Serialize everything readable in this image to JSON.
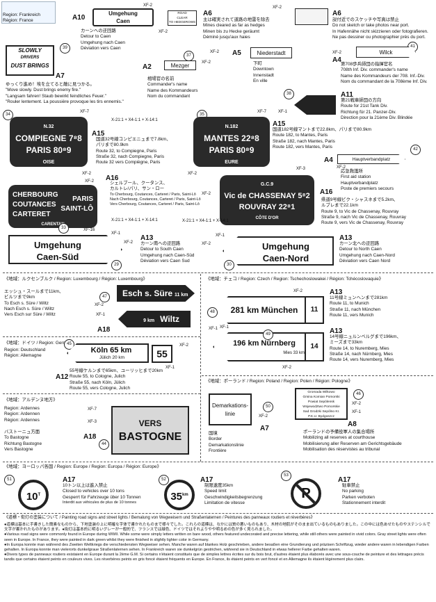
{
  "france": {
    "region": [
      "Region: Frankreich",
      "Région: France"
    ],
    "a10": {
      "code": "A10",
      "sign_l1": "Umgehung",
      "sign_l2": "Caen",
      "lines": [
        "カーンへの迂回路",
        "Detour to Caen",
        "Umgehung nach Caen",
        "Déviation vers Caen"
      ],
      "xf": "XF-2"
    },
    "a6a": {
      "code": "A6",
      "sign_l1": "ROAD",
      "sign_l2": "CLEAR",
      "sign_l3": "TO HEDGEROWS",
      "lines": [
        "主は確実されて道路の地雷を除去",
        "Mines cleared as far as hedges",
        "Minen bis zu Hecke geräumt",
        "Déminé jusqu'aux haies"
      ],
      "xf": "XF-2"
    },
    "a6b": {
      "code": "A6",
      "lines": [
        "説付近でのスケッチや写真は禁止",
        "Do not sketch or take photos near port.",
        "In Hafennähe nicht skizzieren oder fotografieren.",
        "Ne pas dessiner ou photographier près du port."
      ],
      "xf": "XF-2"
    },
    "a7": {
      "code": "A7",
      "sign_l1": "SLOWLY",
      "sign_l2": "DRIVERS",
      "sign_l3": "DUST BRINGS",
      "lines": [
        "ゆっくり進め！埃を立てると敵に見つかる。",
        "\"Move slowly. Dust brings enemy fire.\"",
        "\"Langsam fahren! Staub bewirkt feindliches Feuer.\"",
        "\"Rouler lentement. La poussière provoque les tirs ennemis.\""
      ]
    },
    "a2": {
      "code": "A2",
      "sign": "Mezger",
      "lines": [
        "相場官の名前",
        "Commander's name",
        "Name des Kommandeurs",
        "Nom du commandant"
      ],
      "xf": "XF-2"
    },
    "a5": {
      "code": "A5",
      "sign": "Niederstadt",
      "lines": [
        "下町",
        "Downtown",
        "Innenstadt",
        "En ville"
      ],
      "xf": "XF-2"
    },
    "a4a": {
      "code": "A4",
      "sign": "Wilck",
      "lines": [
        "第708歩兵師団の指揮官名",
        "708th Inf. Div. commander's name",
        "Name des Kommandeurs der 708. Inf.-Div.",
        "Nom du commandant de la 708ème Inf. Div."
      ],
      "xf": "XF-2"
    },
    "a11": {
      "code": "A11",
      "lines": [
        "第21戦車師団の方向",
        "Route for 21st Tank Div.",
        "Richtung für 21. Panzer-Div.",
        "Direction pour la 21ème Div. Blindée"
      ],
      "xf": "XF-1"
    },
    "a15a": {
      "code": "A15",
      "sign_top": "N.32",
      "sign_l1": "COMPIEGNE 7⁸8",
      "sign_l2": "PARIS 80⁸9",
      "sign_bot": "OISE",
      "lines": [
        "国道32号線コンピエニュまで7.8km、",
        "パリまで80.9km",
        "Route 32, to Compiegne, Paris",
        "Straße 32, nach Compiegne, Paris",
        "Route 32 vers Compiègne, Paris"
      ],
      "xf": "XF-7",
      "xf2": "XF-2",
      "ratio": "X-21:1 + X4-1:1 + X-14:1"
    },
    "a15b": {
      "code": "A15",
      "sign_top": "N.182",
      "sign_l1": "MANTES 22⁸8",
      "sign_l2": "PARIS 80⁸9",
      "sign_bot": "EURE",
      "lines": [
        "国道182号線マントまで22.8km、パリまで80.9km",
        "Route 182, to Mantes, Paris",
        "Straße 182, nach Mantes, Paris",
        "Route 182, vers Mantes, Paris"
      ],
      "xf": "XF-7",
      "xf2": "XF-2"
    },
    "a4b": {
      "code": "A4",
      "sign": "Hauptverbandplatz",
      "lines": [
        "応急救護所",
        "First aid station",
        "Hauptverbandplatz",
        "Poste de premiers secours"
      ],
      "xf": "XF-2"
    },
    "a16a": {
      "code": "A16",
      "sign_l1": "CHERBOURG",
      "sign_l2": "COUTANCES",
      "sign_l3": "CARTERET",
      "sign_r1": "PARIS",
      "sign_r2": "SAINT-LÔ",
      "sign_bot": "CARENTAN",
      "lines": [
        "シェルブール、クータンス、",
        "カルトレ/パリ、サン・ロー",
        "To Cherbourg, Coutances, Carteret / Paris, Saint-Lô",
        "Nach Cherbourg, Coutances, Carteret / Paris, Saint-Lô",
        "Vers Cherbourg, Coutances, Carteret / Paris, Saint-Lô"
      ],
      "xf": "XF-2",
      "xf2": "XF-16",
      "ratio": "X-21:1 + X4-1:1 + X-14:1"
    },
    "a16b": {
      "code": "A16",
      "sign_top": "G.C.9",
      "sign_l1": "Vic de CHASSENAY 5⁸2",
      "sign_l2": "ROUVRAY 22⁸1",
      "sign_bot": "CÔTE D'OR",
      "lines": [
        "県道9号線ビク・シャスネまで5.2km、",
        "ルブレまで22.1km",
        "Route 9, to Vic de Chassenay, Rouvray",
        "Straße 9, nach Vic de Chassenay, Rouvray",
        "Route 9, vers Vic de Chassenay, Rouvray"
      ],
      "xf": "XF-3",
      "xf2": "XF-2",
      "ratio": "X-21:1 + X4-1:1 + X-14:1"
    },
    "a13a": {
      "code": "A13",
      "sign_l1": "Umgehung",
      "sign_l2": "Caen-Süd",
      "lines": [
        "カーン南への迂回路",
        "Detour to South Caen",
        "Umgehung nach Caen-Süd",
        "Déviation vers Caen Sud"
      ],
      "xf": "XF-1",
      "xf2": "XF-2"
    },
    "a13b": {
      "code": "A13",
      "sign_l1": "Umgehung",
      "sign_l2": "Caen-Nord",
      "lines": [
        "カーン北への迂回路",
        "Detour to North Caen",
        "Umgehung nach Caen-Nord",
        "Déviation vers Caen Nord"
      ],
      "xf": "XF-1",
      "xf2": "XF-2"
    }
  },
  "luxembourg": {
    "header": "《地域：ルクセンブルク / Region: Luxembourg / Région: Luxembourg》",
    "lines": [
      "エッシュ・スールまで11km、",
      "ビルツまで9km",
      "To Esch s. Süre / Wiltz",
      "Nach Esch s. Süre / Wiltz",
      "Vers Esch sur Süre / Wiltz"
    ],
    "code": "A18",
    "sign_l1": "Esch s. Süre",
    "sign_l1k": "11 km",
    "sign_l2": "Wiltz",
    "sign_l2k": "9 km",
    "xf": "XF-2",
    "xf2": "XF-1"
  },
  "czech": {
    "header": "《地域：チェコ / Region: Czech / Region: Tschechoslowakei / Région: Tchécoslovaquie》",
    "a13a": {
      "code": "A13",
      "sign": "281 km München",
      "num": "11",
      "lines": [
        "11号線ミュンヘンまで281km",
        "Route 11, to Munich",
        "Straße 11, nach München",
        "Route 11, vers Munich"
      ],
      "xf": "XF-2",
      "xf2": "XF-1"
    },
    "a13b": {
      "code": "A13",
      "sign": "196 km Nürnberg",
      "sub": "Mies 33 km",
      "num": "14",
      "lines": [
        "14号線ニュルンベルグまで196km、",
        "ミーズまで33km",
        "Route 14, to Nuremberg, Mies",
        "Straße 14, nach Nürnberg, Mies",
        "Route 14, vers Nuremberg, Mies"
      ],
      "xf": "XF-1",
      "xf2": "XF-2"
    }
  },
  "germany": {
    "header": "《地域：ドイツ / Region: Germany",
    "region": [
      "Region: Deutschland",
      "Région: Allemagne"
    ],
    "code": "A12",
    "sign": "Köln  65 km",
    "sub": "Jülich  20 km",
    "num": "55",
    "lines": [
      "55号線ケルンまで65km、ユーリッヒまで20km",
      "Route 55, to Cologne, Julich",
      "Straße 55, nach Köln, Jülich",
      "Route 55, vers Cologne, Julich"
    ],
    "xf": "XF-2",
    "xf2": "XF-1"
  },
  "poland": {
    "header": "《地域：ポーランド / Region: Poland / Region: Polen / Région: Pologne》",
    "a7": {
      "code": "A7",
      "sign_l1": "Demarkations-",
      "sign_l2": "linie",
      "lines": [
        "国境",
        "Border",
        "Demarkationslinie",
        "Frontière"
      ],
      "xf": "XF-2"
    },
    "a8": {
      "code": "A8",
      "sign_lines": [
        "Gromada Wilkowo",
        "Gmina Komian Pomorski",
        "Powiat Sepólensk",
        "Wojewodztwo Pomorskie",
        "Sad Grodzki Sepólno Kr.",
        "P.K.U. Bydgoszcz"
      ],
      "lines": [
        "ポーランドの予備役軍人の集合場所",
        "Mobilizing all reserves at courthouse",
        "Mobilisierung aller Reserven am Gerichtsgebäude",
        "Mobilisation des réservistes au tribunal"
      ],
      "xf": "XF-2",
      "xf2": "XF-1"
    }
  },
  "ardennes": {
    "header": "《地域：アルデンヌ地方》",
    "region": [
      "Region: Ardennes",
      "Region: Ardennen",
      "Région: Ardennes"
    ],
    "code": "A18",
    "sign_l1": "VERS",
    "sign_l2": "BASTOGNE",
    "lines": [
      "バストーニュ方面",
      "To Bastogne",
      "Richtung Bastogne",
      "Vers Bastogne"
    ],
    "xf": "XF-7",
    "xf2": "XF-3"
  },
  "europe": {
    "header": "《地域：ヨーロッパ各国 / Region: Europe / Region: Europa / Région: Europe》",
    "a17a": {
      "code": "A17",
      "sign": "10",
      "unit": "T",
      "lines": [
        "10トン以上は進入禁止",
        "Closed to vehicles over 10 tons",
        "Gesperrt für Fahrzeuge über 10 Tonnen",
        "Interdit aux véhicules de plus de 10 tonnes"
      ]
    },
    "a17b": {
      "code": "A17",
      "sign": "35",
      "unit": "km",
      "lines": [
        "制限速度35km",
        "Speed limit",
        "Geschwindigkeitsbegrenzung",
        "Limitation de vitesse"
      ]
    },
    "a17c": {
      "code": "A17",
      "sign": "P",
      "lines": [
        "駐車禁止",
        "No parking",
        "Parken verboten",
        "Stationnement interdit"
      ]
    }
  },
  "notes": {
    "header": "《道標・街灯の塗装について / Painting road signs and street lights / Bemalung von Wegweisern und Straßenlaternen / Peintures des panneaux routiers et réverbères》",
    "jp": "●道標は基本に手書きした簡素なものから、下地塗装の上に明確な字体で書かれたものまで様々でした。これらの道標は、なかには質の悪いものもあり、木材の地肌がそのまま出ているものもありました。この中には色あせたものやステンシルで文字が書かれたものがあります。●街灯は基本的に明るいグレーが一般的で、フランスでは緑色、ドイツではそれよりやや明るめの色が多く見られました。",
    "en": "●Various road signs were commonly found in Europe during WWII. While some were simply letters written on bare wood, others featured undecorated and precise lettering, while still others were painted in vivid colors. Gray street lights were often seen in Europe. In France, they were painted in dark green whilst they were finished in slightly lighter color in Germany.",
    "de": "●In Europa konnte man während des Zweiten Weltkriegs die verschiedensten Wegweiser sehen. Manche waren auf blankes Holz geschrieben, andere besaßen eine Grundierung und präzisen Schriftzug, wieder andere waren in lebendigen Farben gehalten. In Europa konnte man vielerorts dunkelgraue Straßenlaternen sehen. In Frankreich waren sie dunkelgrün gestrichen, während sie in Deutschland in etwas hellerer Farbe gehalten waren.",
    "fr": "●Divers types de panneaux routiers existaient en Europe durant la 2ème G.M. Si certains n'étaient constitués que de simples lettres écrites sur du bois brut, d'autres étaient plus élaborés avec une sous-couche de peinture et des lettrages précis tandis que certains étaient peints en couleurs vives. Les réverbères peints en gris foncé étaient fréquents en Europe. En France, ils étaient peints en vert foncé et en Allemagne ils étaient légèrement plus clairs."
  }
}
